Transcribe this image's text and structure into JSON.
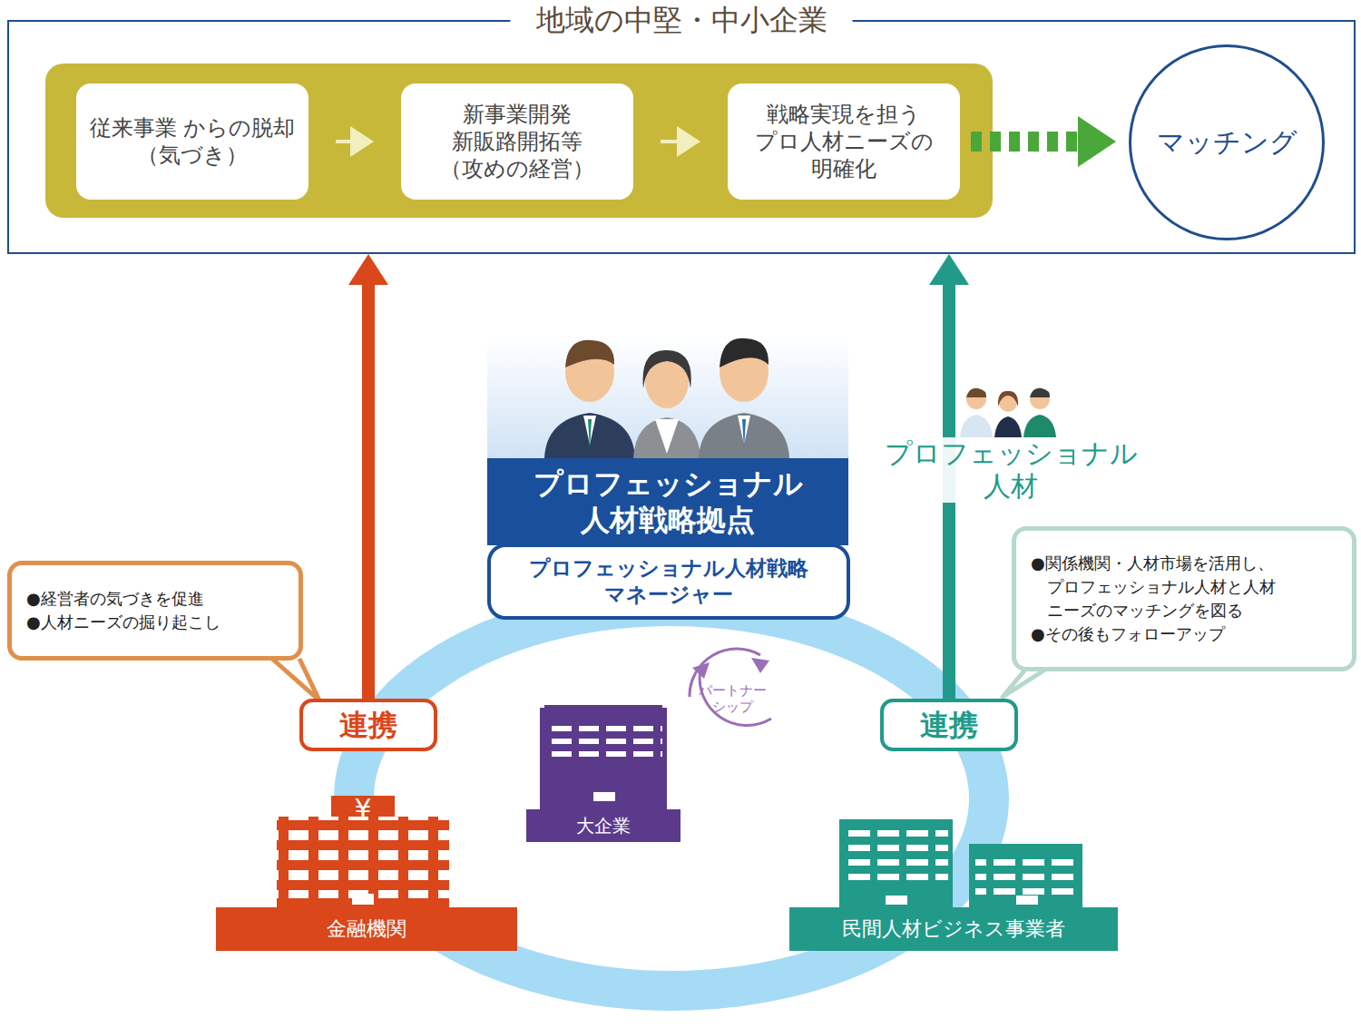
{
  "diagram": {
    "nodes": [
      {
        "text": [
          "地域の中堅・中小企業"
        ]
      },
      {
        "text": [
          "従来事業 からの脱却 （気づき）"
        ],
        "in": 0
      },
      {
        "text": [
          "新事業開発 新販路開拓等 （攻めの経営）"
        ],
        "in": 0
      },
      {
        "text": [
          "戦略実現を担う プロ人材ニーズの 明確化"
        ],
        "in": 0
      },
      {
        "text": [
          "マッチング"
        ],
        "in": 0
      },
      {
        "text": [
          "プロフェッショナル 人材戦略拠点"
        ]
      },
      {
        "text": [
          "プロフェッショナル人材戦略 マネージャー"
        ],
        "in": 5
      },
      {
        "text": [
          "●経営者の気づきを促進",
          "●人材ニーズの掘り起こし"
        ]
      },
      {
        "text": [
          "連携"
        ]
      },
      {
        "text": [
          "金融機関"
        ]
      },
      {
        "text": [
          "大企業"
        ]
      },
      {
        "text": [
          "●関係機関・人材市場を活用し、 プロフェッショナル人材と人材 ニーズのマッチングを図る",
          "●その後もフォローアップ"
        ]
      },
      {
        "text": [
          "連携"
        ]
      },
      {
        "text": [
          "民間人材ビジネス事業者"
        ]
      }
    ],
    "edges": [
      {
        "from": 1,
        "to": 2,
        "arrow": "to"
      },
      {
        "from": 2,
        "to": 3,
        "arrow": "to"
      },
      {
        "from": 3,
        "to": 4,
        "arrow": "to"
      },
      {
        "from": 8,
        "to": 0,
        "arrow": "to"
      },
      {
        "from": 12,
        "to": 0,
        "arrow": "to"
      }
    ],
    "labels": [
      "プロフェッショナル 人材",
      "パートナー シップ",
      "¥"
    ]
  }
}
